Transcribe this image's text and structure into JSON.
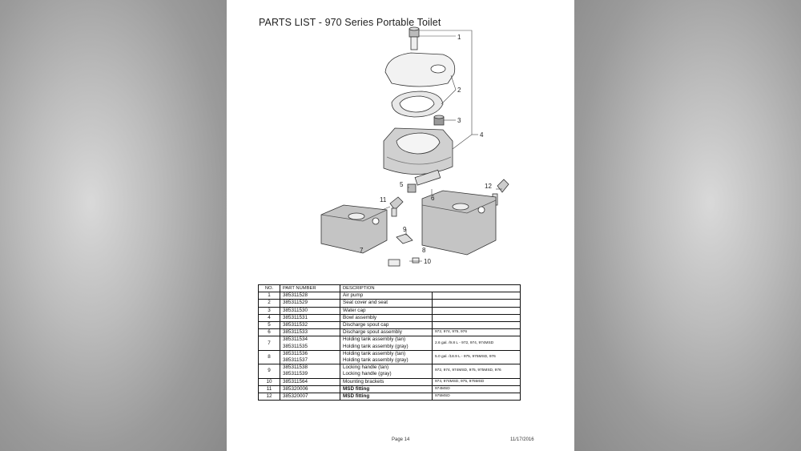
{
  "document": {
    "title": "PARTS LIST - 970 Series Portable Toilet",
    "callouts": [
      "1",
      "2",
      "3",
      "4",
      "5",
      "6",
      "7",
      "8",
      "9",
      "10",
      "11",
      "12"
    ],
    "table": {
      "headers": [
        "NO.",
        "PART NUMBER",
        "DESCRIPTION"
      ],
      "rows": [
        {
          "no": "1",
          "part": [
            "385311528"
          ],
          "desc": [
            "Air pump"
          ],
          "note": ""
        },
        {
          "no": "2",
          "part": [
            "385311529"
          ],
          "desc": [
            "Seat cover and seat"
          ],
          "note": ""
        },
        {
          "no": "3",
          "part": [
            "385311530"
          ],
          "desc": [
            "Water cap"
          ],
          "note": ""
        },
        {
          "no": "4",
          "part": [
            "385311531"
          ],
          "desc": [
            "Bowl assembly"
          ],
          "note": ""
        },
        {
          "no": "5",
          "part": [
            "385311532"
          ],
          "desc": [
            "Discharge spout cap"
          ],
          "note": ""
        },
        {
          "no": "6",
          "part": [
            "385311533"
          ],
          "desc": [
            "Discharge spout assembly"
          ],
          "note": "972, 974, 975, 976"
        },
        {
          "no": "7",
          "part": [
            "385311534",
            "385311535"
          ],
          "desc": [
            "Holding tank assembly (tan)",
            "Holding tank assembly (gray)"
          ],
          "note": "2.6 gal. /9.8 L - 972, 974, 974MSD"
        },
        {
          "no": "8",
          "part": [
            "385311536",
            "385311537"
          ],
          "desc": [
            "Holding tank assembly (tan)",
            "Holding tank assembly (gray)"
          ],
          "note": "5.0 gal. /18.9 L - 975, 975MSD, 976"
        },
        {
          "no": "9",
          "part": [
            "385311538",
            "385311539"
          ],
          "desc": [
            "Locking handle (tan)",
            "Locking handle (gray)"
          ],
          "note": "972, 974, 974MSD, 975, 975MSD, 976"
        },
        {
          "no": "10",
          "part": [
            "385311564"
          ],
          "desc": [
            "Mounting brackets"
          ],
          "note": "974, 974MSD, 975, 975MSD"
        },
        {
          "no": "11",
          "part": [
            "385320006"
          ],
          "desc": [
            "MSD fitting"
          ],
          "note": "974MSD",
          "bold": true
        },
        {
          "no": "12",
          "part": [
            "385320007"
          ],
          "desc": [
            "MSD fitting"
          ],
          "note": "975MSD",
          "bold": true
        }
      ]
    },
    "footer": {
      "page": "Page 14",
      "date": "11/17/2016"
    }
  }
}
